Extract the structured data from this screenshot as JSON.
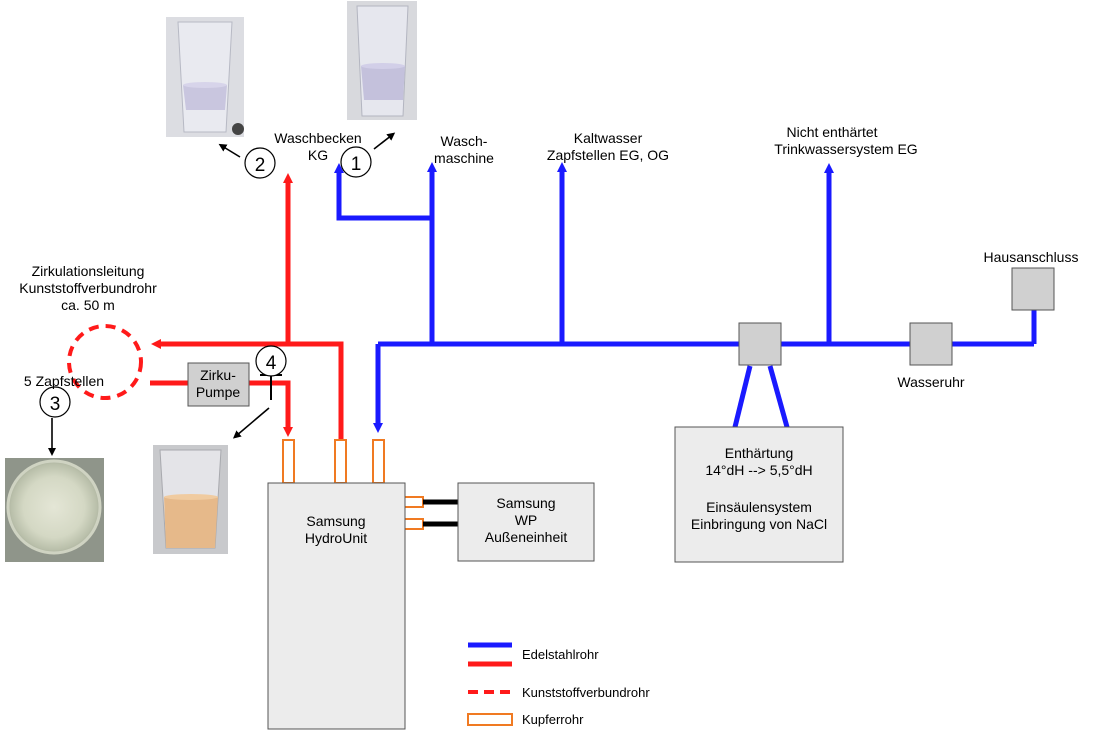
{
  "labels": {
    "waschbecken_1": "Waschbecken",
    "waschbecken_2": "KG",
    "waschmaschine_1": "Wasch-",
    "waschmaschine_2": "maschine",
    "kaltwasser_1": "Kaltwasser",
    "kaltwasser_2": "Zapfstellen EG, OG",
    "nicht_enthaertet_1": "Nicht enthärtet",
    "nicht_enthaertet_2": "Trinkwassersystem EG",
    "hausanschluss": "Hausanschluss",
    "wasseruhr": "Wasseruhr",
    "zirkulation_1": "Zirkulationsleitung",
    "zirkulation_2": "Kunststoffverbundrohr",
    "zirkulation_3": "ca. 50 m",
    "zapfstellen": "5 Zapfstellen",
    "pumpe_1": "Zirku-",
    "pumpe_2": "Pumpe",
    "hydrounit_1": "Samsung",
    "hydrounit_2": "HydroUnit",
    "wp_1": "Samsung",
    "wp_2": "WP",
    "wp_3": "Außeneinheit",
    "enthaertung_1": "Enthärtung",
    "enthaertung_2": "14°dH --> 5,5°dH",
    "enthaertung_3": "Einsäulensystem",
    "enthaertung_4": "Einbringung von NaCl"
  },
  "markers": {
    "m1": "1",
    "m2": "2",
    "m3": "3",
    "m4": "4"
  },
  "legend": {
    "edelstahl": "Edelstahlrohr",
    "kunststoff": "Kunststoffverbundrohr",
    "kupfer": "Kupferrohr"
  },
  "colors": {
    "blue_pipe": "#1a1aff",
    "red_pipe": "#ff1a1a",
    "copper": "#f07a22",
    "box_fill": "#d0d0d0",
    "unit_fill": "#ececec"
  }
}
